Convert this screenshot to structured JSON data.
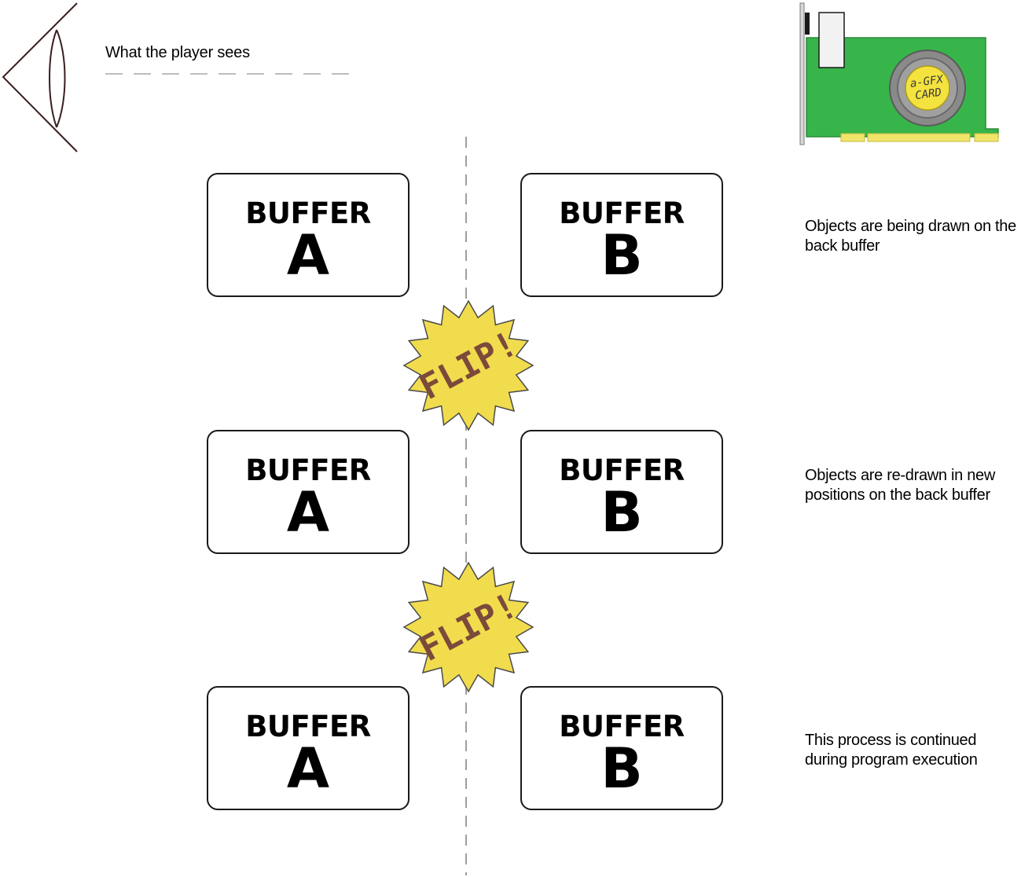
{
  "viewer": {
    "icon": "eye-icon",
    "label": "What the player sees"
  },
  "gfx_card": {
    "icon": "graphics-card-icon",
    "label_line1": "a-GFX",
    "label_line2": "CARD"
  },
  "rows": [
    {
      "buffers": [
        {
          "word": "BUFFER",
          "letter": "A"
        },
        {
          "word": "BUFFER",
          "letter": "B"
        }
      ],
      "description": "Objects are being drawn on the back buffer"
    },
    {
      "buffers": [
        {
          "word": "BUFFER",
          "letter": "A"
        },
        {
          "word": "BUFFER",
          "letter": "B"
        }
      ],
      "description": "Objects are re-drawn in new positions on the back buffer"
    },
    {
      "buffers": [
        {
          "word": "BUFFER",
          "letter": "A"
        },
        {
          "word": "BUFFER",
          "letter": "B"
        }
      ],
      "description": "This process is continued during program execution"
    }
  ],
  "flips": [
    {
      "label": "FLIP!"
    },
    {
      "label": "FLIP!"
    }
  ],
  "colors": {
    "burst_fill": "#f1dc4e",
    "burst_text": "#7b4a3a",
    "card_pcb": "#37b54a",
    "card_connector": "#f0e56a",
    "card_chip_ring": "#8a8a8a",
    "card_chip": "#f4e23f"
  }
}
